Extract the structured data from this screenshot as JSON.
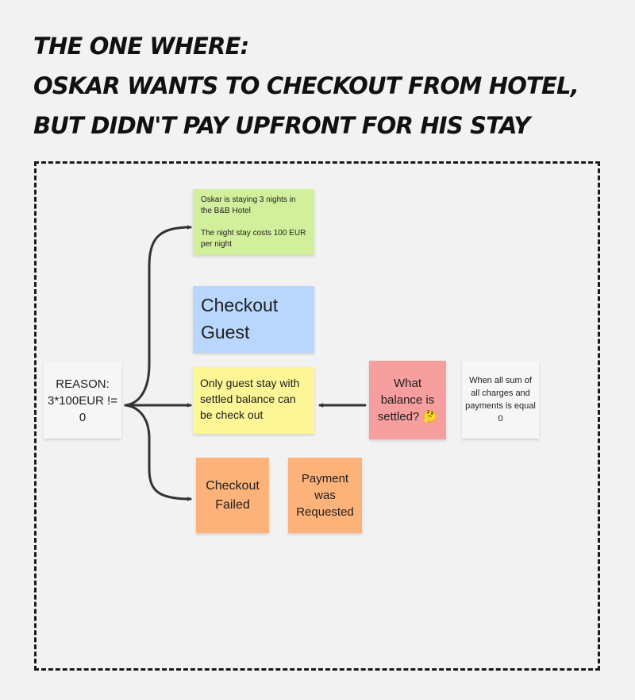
{
  "title": {
    "line1": "The One Where:",
    "line2": "Oskar wants to checkout from hotel,",
    "line3": "but didn't pay upfront for his stay"
  },
  "notes": {
    "reason": "REASON: 3*100EUR != 0",
    "oskar": {
      "line1": "Oskar is staying 3 nights in the B&B Hotel",
      "line2": "The night stay costs 100 EUR per night"
    },
    "checkout_guest": "Checkout Guest",
    "rule": "Only guest stay with settled balance can be check out",
    "question": "What balance is settled? 🤔",
    "answer": "When all sum of all charges and payments is equal 0",
    "checkout_failed": "Checkout Failed",
    "payment_requested": "Payment was Requested"
  },
  "colors": {
    "background": "#f2f2f2",
    "green": "#d2ef9c",
    "blue": "#b9d7fc",
    "yellow": "#fcf697",
    "red": "#f69f9e",
    "orange": "#fdb27a",
    "gray": "#f6f6f6",
    "arrow": "#333333"
  }
}
